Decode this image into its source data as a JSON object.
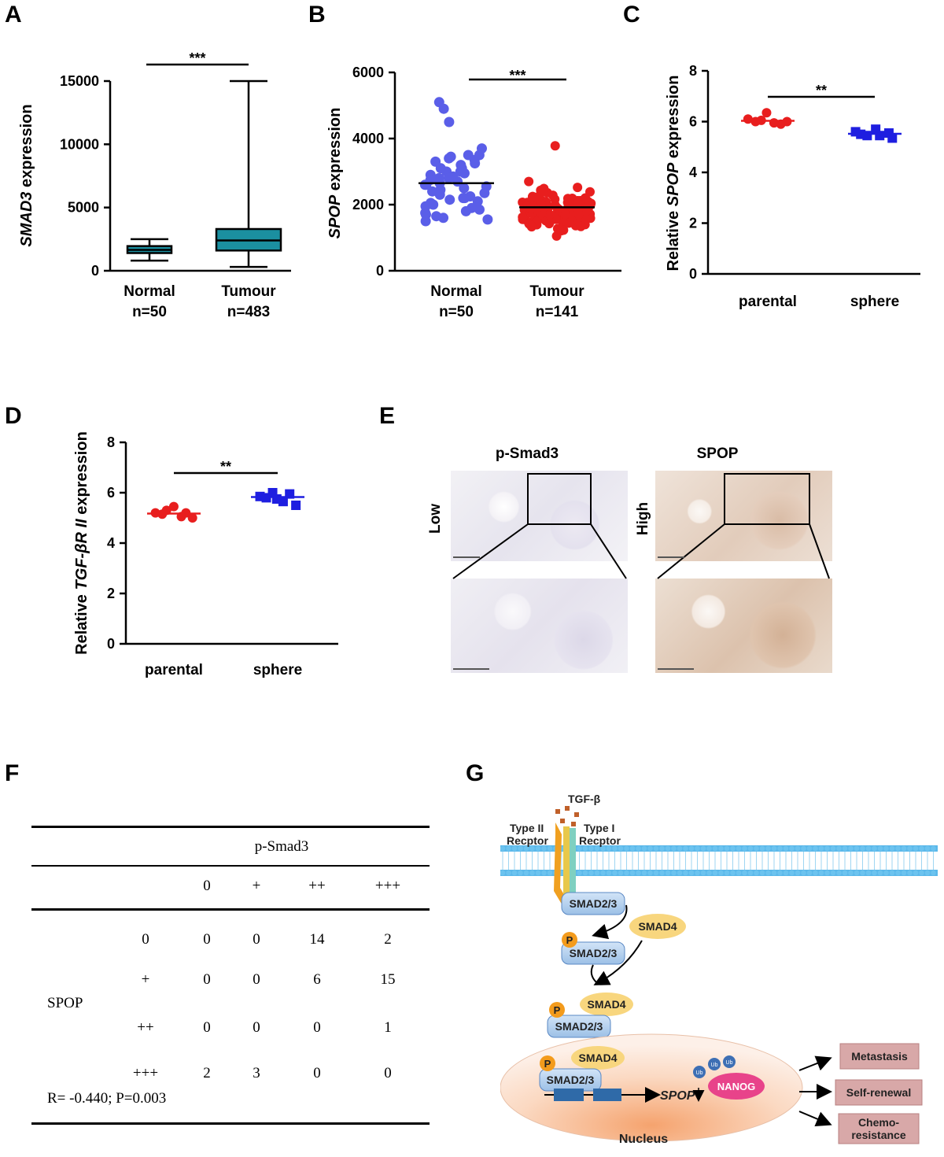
{
  "panels": {
    "A": "A",
    "B": "B",
    "C": "C",
    "D": "D",
    "E": "E",
    "F": "F",
    "G": "G"
  },
  "chart_data": [
    {
      "panel": "A",
      "type": "box",
      "ylabel_italic": "SMAD3",
      "ylabel_rest": " expression",
      "ylim": [
        0,
        15000
      ],
      "yticks": [
        "0",
        "5000",
        "10000",
        "15000"
      ],
      "categories": [
        {
          "name": "Normal",
          "n": "n=50"
        },
        {
          "name": "Tumour",
          "n": "n=483"
        }
      ],
      "boxes": [
        {
          "min": 800,
          "q1": 1400,
          "median": 1650,
          "q3": 1950,
          "max": 2500
        },
        {
          "min": 300,
          "q1": 1600,
          "median": 2400,
          "q3": 3300,
          "max": 15000
        }
      ],
      "significance": "***",
      "box_color": "#1b8fa0"
    },
    {
      "panel": "B",
      "type": "scatter",
      "ylabel_italic": "SPOP",
      "ylabel_rest": " expression",
      "ylim": [
        0,
        6000
      ],
      "yticks": [
        "0",
        "2000",
        "4000",
        "6000"
      ],
      "categories": [
        {
          "name": "Normal",
          "n": "n=50"
        },
        {
          "name": "Tumour",
          "n": "n=141"
        }
      ],
      "means": [
        2650,
        1920
      ],
      "significance": "***",
      "colors": [
        "#5a5ee8",
        "#e81e1e"
      ]
    },
    {
      "panel": "C",
      "type": "dot",
      "ylabel_pre": "Relative ",
      "ylabel_italic": "SPOP",
      "ylabel_rest": " expression",
      "ylim": [
        0,
        8
      ],
      "yticks": [
        "0",
        "2",
        "4",
        "6",
        "8"
      ],
      "categories": [
        "parental",
        "sphere"
      ],
      "series": [
        {
          "values": [
            6.1,
            6.0,
            6.05,
            6.35,
            5.95,
            5.9,
            6.0
          ]
        },
        {
          "values": [
            5.6,
            5.5,
            5.45,
            5.7,
            5.45,
            5.55,
            5.35
          ]
        }
      ],
      "means": [
        6.03,
        5.52
      ],
      "significance": "**",
      "colors": [
        "#e81e1e",
        "#1e1ee0"
      ]
    },
    {
      "panel": "D",
      "type": "dot",
      "ylabel_pre": "Relative ",
      "ylabel_italic": "TGF-βR II",
      "ylabel_rest": " expression",
      "ylim": [
        0,
        8
      ],
      "yticks": [
        "0",
        "2",
        "4",
        "6",
        "8"
      ],
      "categories": [
        "parental",
        "sphere"
      ],
      "series": [
        {
          "values": [
            5.2,
            5.15,
            5.3,
            5.45,
            5.05,
            5.2,
            5.0
          ]
        },
        {
          "values": [
            5.85,
            5.8,
            6.0,
            5.75,
            5.65,
            5.95,
            5.5
          ]
        }
      ],
      "means": [
        5.17,
        5.83
      ],
      "significance": "**",
      "colors": [
        "#e81e1e",
        "#1e1ee0"
      ]
    }
  ],
  "panelE": {
    "col1": "p-Smad3",
    "col2": "SPOP",
    "row1": "Low",
    "row2": "High"
  },
  "table": {
    "col_header": "p-Smad3",
    "col_levels": [
      "0",
      "+",
      "++",
      "+++"
    ],
    "row_header": "SPOP",
    "rows": [
      {
        "level": "0",
        "values": [
          "0",
          "0",
          "14",
          "2"
        ]
      },
      {
        "level": "+",
        "values": [
          "0",
          "0",
          "6",
          "15"
        ]
      },
      {
        "level": "++",
        "values": [
          "0",
          "0",
          "0",
          "1"
        ]
      },
      {
        "level": "+++",
        "values": [
          "2",
          "3",
          "0",
          "0"
        ]
      }
    ],
    "stat": "R= -0.440; P=0.003"
  },
  "diagram": {
    "tgf": "TGF-β",
    "type2_line1": "Type II",
    "type2_line2": "Recptor",
    "type1_line1": "Type I",
    "type1_line2": "Recptor",
    "smad23": "SMAD2/3",
    "smad4": "SMAD4",
    "p": "P",
    "ub": "Ub",
    "spop": "SPOP",
    "nanog": "NANOG",
    "nucleus": "Nucleus",
    "out1": "Metastasis",
    "out2": "Self-renewal",
    "out3a": "Chemo-",
    "out3b": "resistance"
  }
}
